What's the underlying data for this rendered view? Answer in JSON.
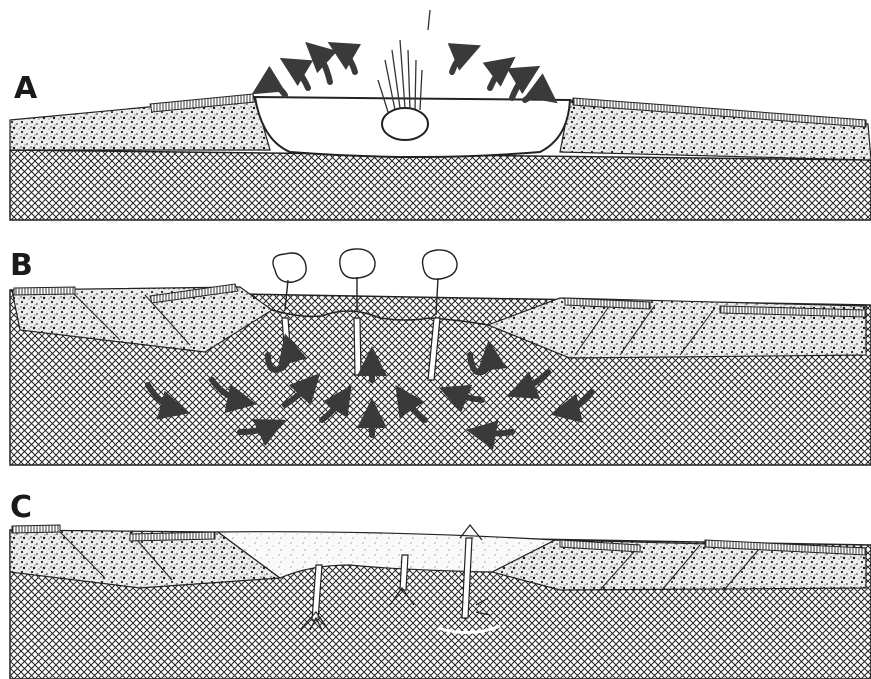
{
  "panels": [
    {
      "id": "a",
      "label": "A"
    },
    {
      "id": "b",
      "label": "B"
    },
    {
      "id": "c",
      "label": "C"
    }
  ],
  "colors": {
    "ink": "#1a1a1a",
    "arrow": "#3a3a3a",
    "background": "#ffffff",
    "sediment_fill": "#f3f3f3",
    "basement_hatch": "#222222"
  },
  "icons": {
    "impactor": "meteorite-icon",
    "ejecta": "curved-arrow-icon",
    "flow": "flow-arrow-icon",
    "eruption": "mushroom-cloud-icon",
    "dike": "dike-icon"
  }
}
